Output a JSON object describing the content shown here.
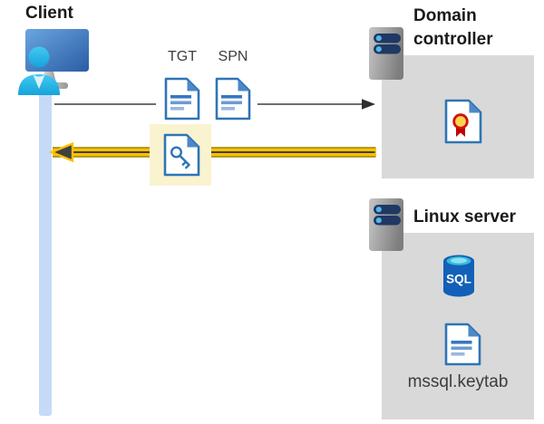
{
  "client": {
    "label": "Client"
  },
  "flow": {
    "tgt_label": "TGT",
    "spn_label": "SPN"
  },
  "domain_controller": {
    "label": "Domain controller"
  },
  "linux_server": {
    "label": "Linux server",
    "sql_label": "SQL",
    "keytab_label": "mssql.keytab"
  },
  "colors": {
    "icon_blue": "#2e75b6",
    "panel_gray": "#d9d9d9",
    "arrow_gray": "#595959",
    "arrow_yellow": "#ffc000",
    "arrow_dark": "#404040",
    "highlight_yellow": "#faf3d0",
    "server_bar_navy": "#1f3864",
    "server_dot_blue": "#54b7ea",
    "person_cyan": "#29b7e7",
    "timeline_blue": "#c5daf6",
    "medal_yellow": "#ffd34d",
    "medal_red": "#c00000",
    "sql_body_blue": "#1260b8",
    "sql_top_cyan": "#35b9dc"
  }
}
